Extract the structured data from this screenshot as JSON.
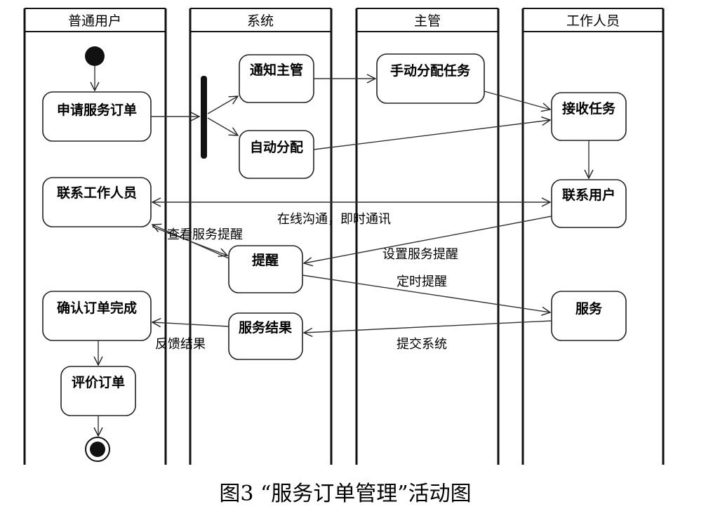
{
  "diagram": {
    "lanes": [
      {
        "id": "user",
        "title": "普通用户"
      },
      {
        "id": "system",
        "title": "系统"
      },
      {
        "id": "supervisor",
        "title": "主管"
      },
      {
        "id": "staff",
        "title": "工作人员"
      }
    ],
    "nodes": {
      "apply_order": "申请服务订单",
      "notify_supervisor": "通知主管",
      "auto_assign": "自动分配",
      "manual_assign": "手动分配任务",
      "receive_task": "接收任务",
      "contact_user": "联系用户",
      "contact_staff": "联系工作人员",
      "reminder": "提醒",
      "service": "服务",
      "service_result": "服务结果",
      "confirm_order": "确认订单完成",
      "rate_order": "评价订单"
    },
    "edge_labels": {
      "online_chat": "在线沟通，即时通讯",
      "view_reminder": "查看服务提醒",
      "set_reminder": "设置服务提醒",
      "timed_reminder": "定时提醒",
      "feedback_result": "反馈结果",
      "submit_system": "提交系统"
    }
  },
  "caption": "图3 “服务订单管理”活动图"
}
